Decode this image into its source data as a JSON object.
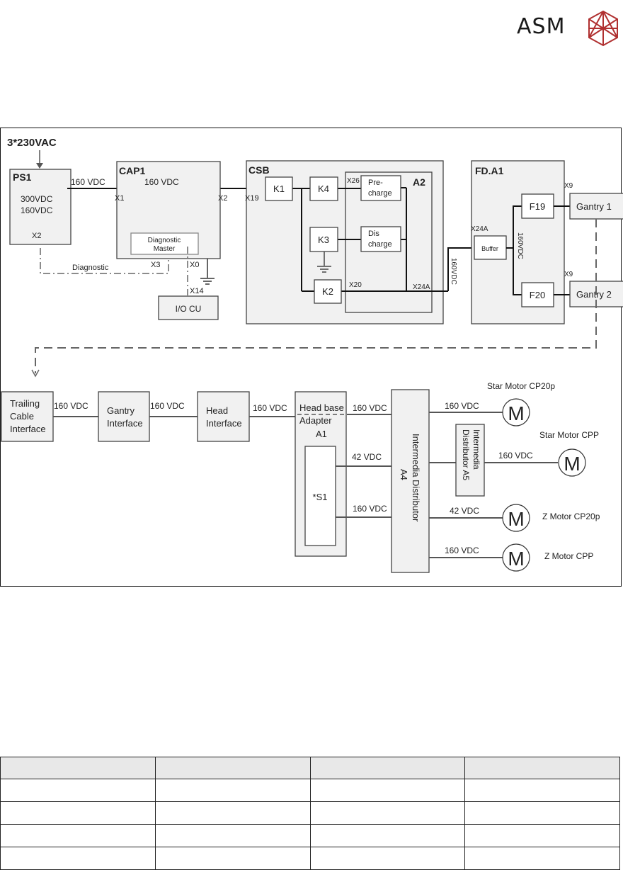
{
  "header": {
    "logo_text": "ASM",
    "logo_mark_color": "#b03030"
  },
  "diagram": {
    "input_label": "3*230VAC",
    "ps1": {
      "title": "PS1",
      "line1": "300VDC",
      "line2": "160VDC",
      "port": "X2"
    },
    "ps1_out_label": "160 VDC",
    "cap1": {
      "title": "CAP1",
      "voltage": "160 VDC",
      "port_in": "X1",
      "port_out": "X2",
      "diag_master_line1": "Diagnostic",
      "diag_master_line2": "Master",
      "port_x3": "X3",
      "port_x0": "X0"
    },
    "diagnostic_label": "Diagnostic",
    "io_cu": {
      "title": "I/O CU",
      "port": "X14"
    },
    "csb": {
      "title": "CSB",
      "port_in": "X19",
      "k1": "K1",
      "k2": "K2",
      "k3": "K3",
      "k4": "K4"
    },
    "a2": {
      "title": "A2",
      "port_x26": "X26",
      "port_x20": "X20",
      "port_x24a": "X24A",
      "precharge_1": "Pre-",
      "precharge_2": "charge",
      "discharge_1": "Dis",
      "discharge_2": "charge"
    },
    "link_160vdc_vertical": "160VDC",
    "fda1": {
      "title": "FD.A1",
      "port_in": "X24A",
      "buffer": "Buffer",
      "bus_label": "160VDC",
      "f19": "F19",
      "f20": "F20",
      "port_x9_top": "X9",
      "port_x9_bottom": "X9"
    },
    "gantry1": "Gantry 1",
    "gantry2": "Gantry 2",
    "trailing_cable": {
      "line1": "Trailing",
      "line2": "Cable",
      "line3": "Interface"
    },
    "gantry_interface": {
      "line1": "Gantry",
      "line2": "Interface"
    },
    "head_interface": {
      "line1": "Head",
      "line2": "Interface"
    },
    "link_labels": [
      "160 VDC",
      "160 VDC",
      "160 VDC"
    ],
    "head_base_adapter": {
      "line1": "Head base",
      "line2": "Adapter",
      "line3": "A1",
      "s1": "*S1"
    },
    "a1_to_a4": {
      "top": "160 VDC",
      "mid": "42 VDC",
      "bottom": "160 VDC"
    },
    "a4": {
      "line1": "Intermedia Distributor",
      "line2": "A4"
    },
    "a5": {
      "line1": "Intermedia",
      "line2": "Distributor  A5"
    },
    "motor_symbol": "M",
    "motors": [
      {
        "label": "Star Motor  CP20p",
        "voltage": "160 VDC"
      },
      {
        "label": "Star Motor  CPP",
        "voltage": "160 VDC"
      },
      {
        "label": "Z  Motor  CP20p",
        "voltage": "42 VDC"
      },
      {
        "label": "Z  Motor  CPP",
        "voltage": "160 VDC"
      }
    ]
  },
  "table": {
    "columns": [
      "",
      "",
      "",
      ""
    ],
    "rows": [
      [
        "",
        "",
        "",
        ""
      ],
      [
        "",
        "",
        "",
        ""
      ],
      [
        "",
        "",
        "",
        ""
      ],
      [
        "",
        "",
        "",
        ""
      ]
    ]
  }
}
